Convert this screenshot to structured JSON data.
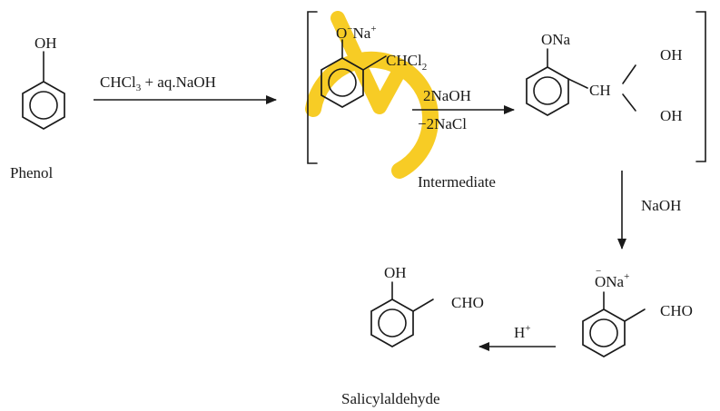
{
  "phenol": {
    "oh": "OH",
    "name": "Phenol"
  },
  "step1": {
    "reagent_main": "CHCl",
    "reagent_sub": "3",
    "reagent_rest": " + aq.NaOH"
  },
  "intermediate1": {
    "o": "O",
    "charge_minus": "−",
    "na": "Na",
    "charge_plus": "+",
    "chcl": "CHCl",
    "chcl_sub": "2"
  },
  "step2": {
    "top": "2NaOH",
    "bottom": "−2NaCl"
  },
  "intermediate2": {
    "ona": "ONa",
    "ch": "CH",
    "oh_top": "OH",
    "oh_bottom": "OH"
  },
  "bracket_label": "Intermediate",
  "step3": {
    "reagent": "NaOH"
  },
  "phenoxide_aldehyde": {
    "charge_minus": "−",
    "ona": "ONa",
    "charge_plus": "+",
    "cho": "CHO"
  },
  "step4": {
    "reagent": "H",
    "charge": "+"
  },
  "product": {
    "oh": "OH",
    "cho": "CHO",
    "name": "Salicylaldehyde"
  },
  "watermark_color": "#f6c400"
}
